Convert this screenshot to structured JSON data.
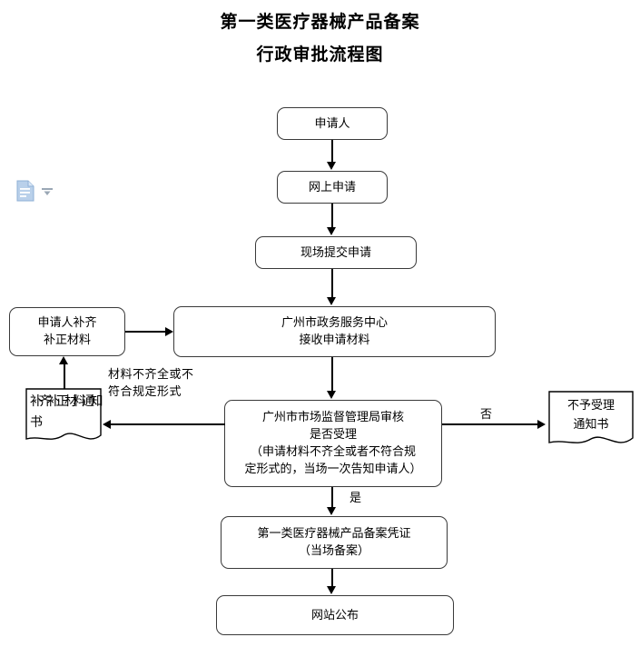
{
  "document": {
    "title_lines": [
      "第一类医疗器械产品备案",
      "行政审批流程图"
    ]
  },
  "flowchart": {
    "type": "flowchart",
    "nodes": [
      {
        "id": "applicant",
        "label": "申请人",
        "shape": "rounded-rect"
      },
      {
        "id": "online-apply",
        "label": "网上申请",
        "shape": "rounded-rect"
      },
      {
        "id": "onsite-submit",
        "label": "现场提交申请",
        "shape": "rounded-rect"
      },
      {
        "id": "service-center",
        "label": "广州市政务服务中心\n接收申请材料",
        "shape": "rounded-rect"
      },
      {
        "id": "applicant-supplement",
        "label": "申请人补齐\n补正材料",
        "shape": "rounded-rect"
      },
      {
        "id": "supplement-notice",
        "label": "补齐补正材料通知书",
        "shape": "document"
      },
      {
        "id": "review",
        "label": "广州市市场监督管理局审核\n是否受理\n（申请材料不齐全或者不符合规\n定形式的，当场一次告知申请人）",
        "shape": "rounded-rect"
      },
      {
        "id": "reject-notice",
        "label": "不予受理\n通知书",
        "shape": "document"
      },
      {
        "id": "filing-certificate",
        "label": "第一类医疗器械产品备案凭证\n（当场备案）",
        "shape": "rounded-rect"
      },
      {
        "id": "website-publish",
        "label": "网站公布",
        "shape": "rounded-rect"
      }
    ],
    "edge_labels": {
      "material_incomplete": "材料不齐全或不\n符合规定形式",
      "no": "否",
      "yes": "是"
    }
  },
  "overlay": {
    "paste_options_tooltip": ""
  },
  "colors": {
    "stroke": "#3a3a3a",
    "arrow": "#000000",
    "background": "#ffffff",
    "paste_icon": "#a8c4e5"
  }
}
